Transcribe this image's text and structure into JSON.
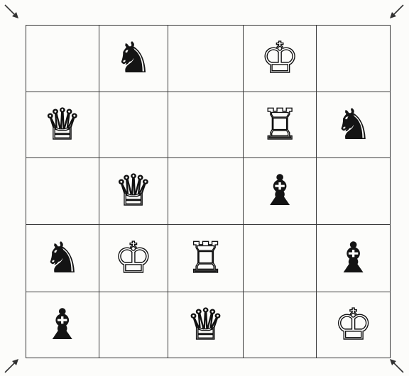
{
  "board": {
    "rows": [
      [
        "",
        "black-knight",
        "",
        "white-king",
        ""
      ],
      [
        "white-queen",
        "",
        "",
        "white-rook",
        "black-knight"
      ],
      [
        "",
        "white-queen",
        "",
        "black-bishop",
        ""
      ],
      [
        "black-knight",
        "white-king",
        "white-rook",
        "",
        "black-bishop"
      ],
      [
        "black-bishop",
        "",
        "white-queen",
        "",
        "white-king"
      ]
    ],
    "glyphs": {
      "white-king": "♔",
      "white-queen": "♕",
      "white-rook": "♖",
      "black-knight": "♞",
      "black-bishop": "♝"
    },
    "colors": {
      "board_lines": "#3a3a3a",
      "background": "#fcfcfa",
      "piece_ink": "#111111"
    }
  },
  "corner_arrows": {
    "top_left": "arrow-down-right-icon",
    "top_right": "arrow-down-left-icon",
    "bottom_left": "arrow-up-right-icon",
    "bottom_right": "arrow-up-left-icon"
  }
}
